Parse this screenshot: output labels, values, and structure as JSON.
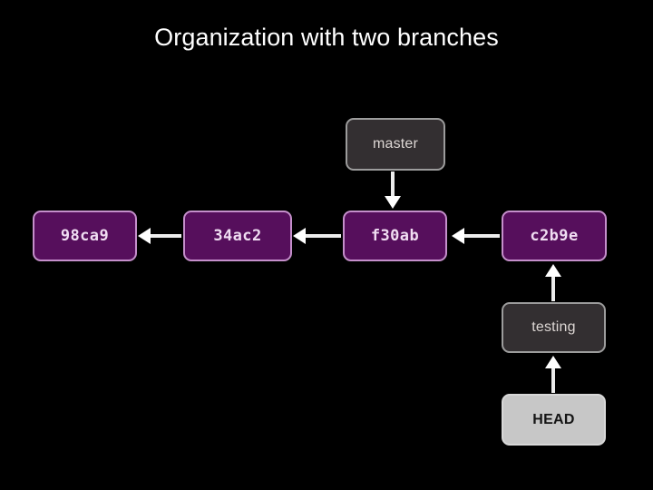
{
  "slide": {
    "title": "Organization with two branches",
    "background_color": "#000000",
    "title_color": "#ffffff"
  },
  "colors": {
    "commit_fill": "#560f5c",
    "commit_border": "#c58fcb",
    "commit_text": "#f0ddf2",
    "branch_fill": "#332f31",
    "branch_border": "#9c9c9c",
    "branch_text": "#ddd7d4",
    "head_fill": "#c7c7c7",
    "head_border": "#d8d8d8",
    "head_text": "#141414",
    "edge": "#ededed"
  },
  "diagram": {
    "type": "git-commit-graph",
    "nodes": [
      {
        "id": "98ca9",
        "label": "98ca9",
        "kind": "commit"
      },
      {
        "id": "34ac2",
        "label": "34ac2",
        "kind": "commit"
      },
      {
        "id": "f30ab",
        "label": "f30ab",
        "kind": "commit"
      },
      {
        "id": "c2b9e",
        "label": "c2b9e",
        "kind": "commit"
      },
      {
        "id": "master",
        "label": "master",
        "kind": "branch"
      },
      {
        "id": "testing",
        "label": "testing",
        "kind": "branch"
      },
      {
        "id": "head",
        "label": "HEAD",
        "kind": "head"
      }
    ],
    "edges": [
      {
        "from": "34ac2",
        "to": "98ca9",
        "direction": "left"
      },
      {
        "from": "f30ab",
        "to": "34ac2",
        "direction": "left"
      },
      {
        "from": "c2b9e",
        "to": "f30ab",
        "direction": "left"
      },
      {
        "from": "master",
        "to": "f30ab",
        "direction": "down"
      },
      {
        "from": "testing",
        "to": "c2b9e",
        "direction": "up"
      },
      {
        "from": "head",
        "to": "testing",
        "direction": "up"
      }
    ]
  }
}
